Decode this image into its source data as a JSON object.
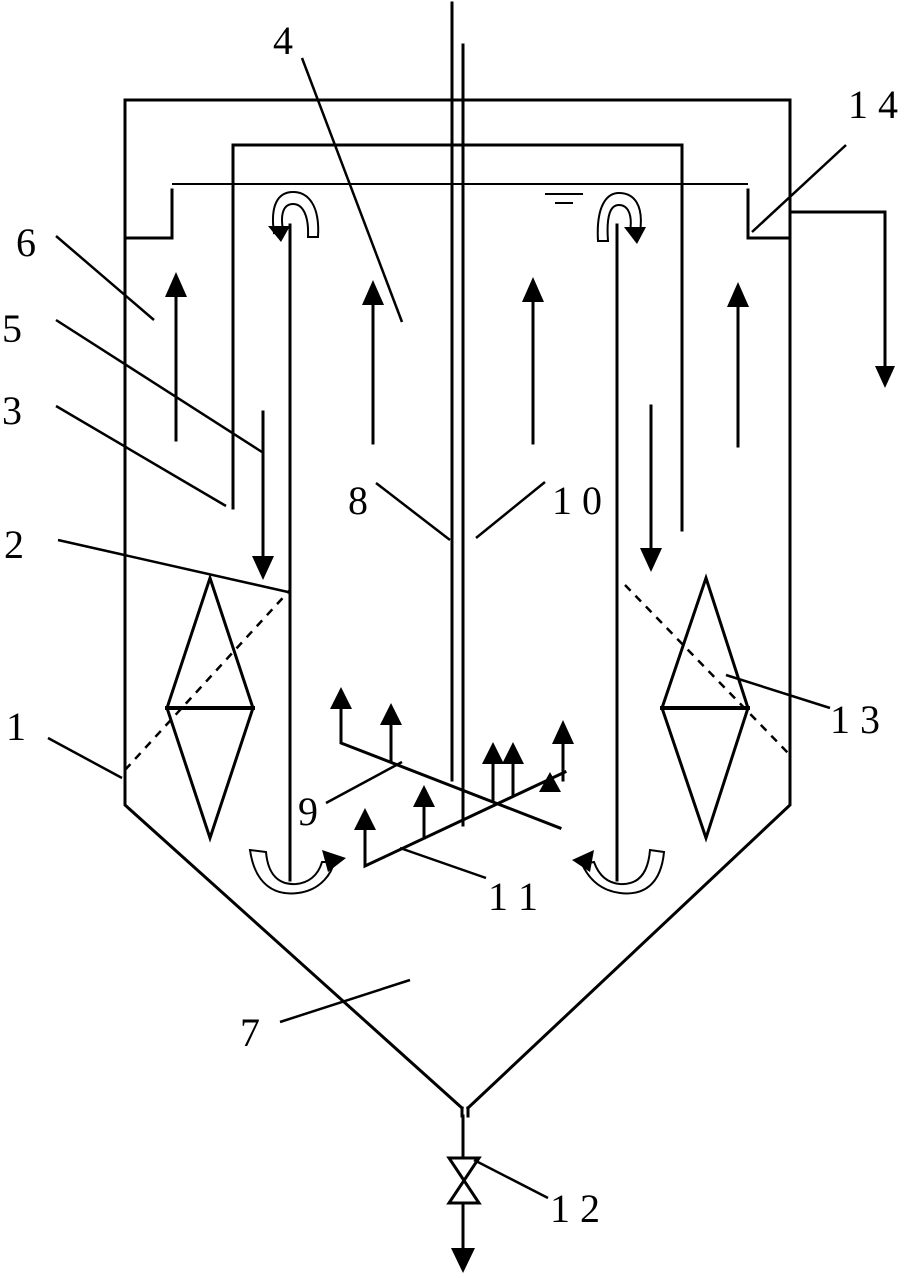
{
  "labels": {
    "l1": "1",
    "l2": "2",
    "l3": "3",
    "l4": "4",
    "l5": "5",
    "l6": "6",
    "l7": "7",
    "l8": "8",
    "l9": "9",
    "l10": "1 0",
    "l11": "1 1",
    "l12": "1 2",
    "l13": "1 3",
    "l14": "1 4"
  }
}
